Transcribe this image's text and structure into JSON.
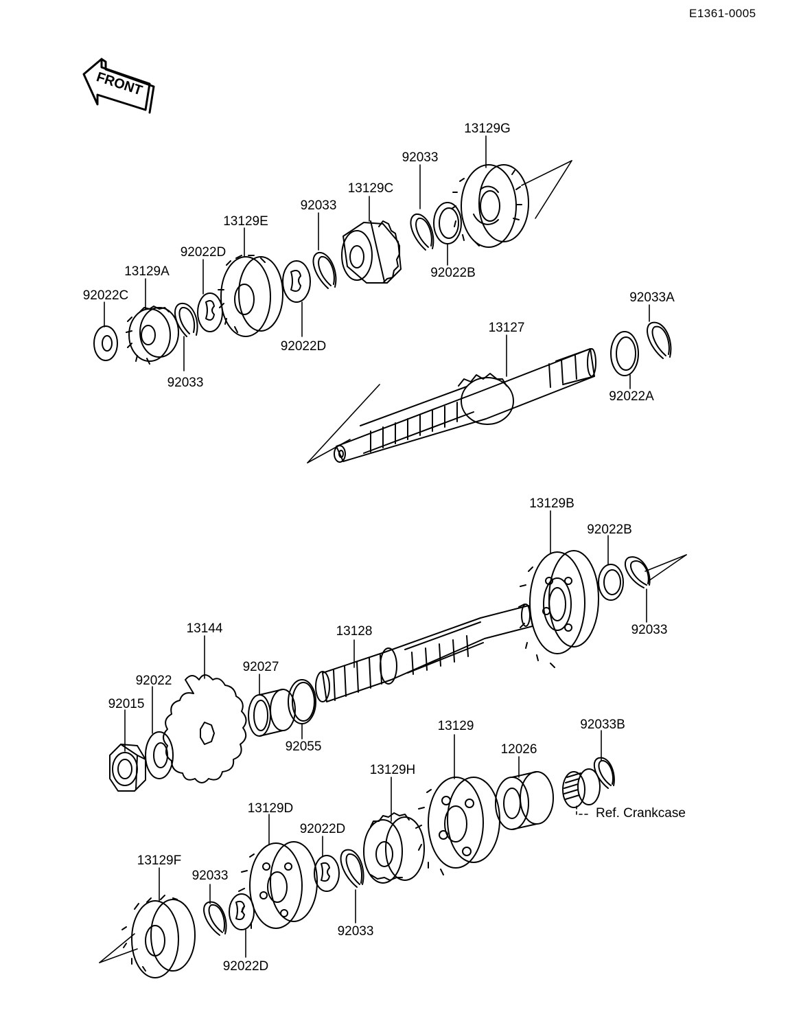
{
  "document_code": "E1361-0005",
  "front_arrow_label": "FRONT",
  "reference_note": "Ref.  Crankcase",
  "part_labels": {
    "p13129G": "13129G",
    "p92033_a": "92033",
    "p13129C": "13129C",
    "p92033_b": "92033",
    "p13129E": "13129E",
    "p92022D_a": "92022D",
    "p13129A": "13129A",
    "p92022C": "92022C",
    "p92022B_a": "92022B",
    "p92022D_b": "92022D",
    "p92033_c": "92033",
    "p92033A": "92033A",
    "p13127": "13127",
    "p92022A": "92022A",
    "p13129B": "13129B",
    "p92022B_b": "92022B",
    "p92033_d": "92033",
    "p13144": "13144",
    "p13128": "13128",
    "p92027": "92027",
    "p92022": "92022",
    "p92015": "92015",
    "p92055": "92055",
    "p13129": "13129",
    "p92033B": "92033B",
    "p12026": "12026",
    "p13129H": "13129H",
    "p13129D": "13129D",
    "p92022D_c": "92022D",
    "p13129F": "13129F",
    "p92033_e": "92033",
    "p92033_f": "92033",
    "p92022D_d": "92022D"
  },
  "colors": {
    "ink": "#000000",
    "paper": "#ffffff"
  }
}
